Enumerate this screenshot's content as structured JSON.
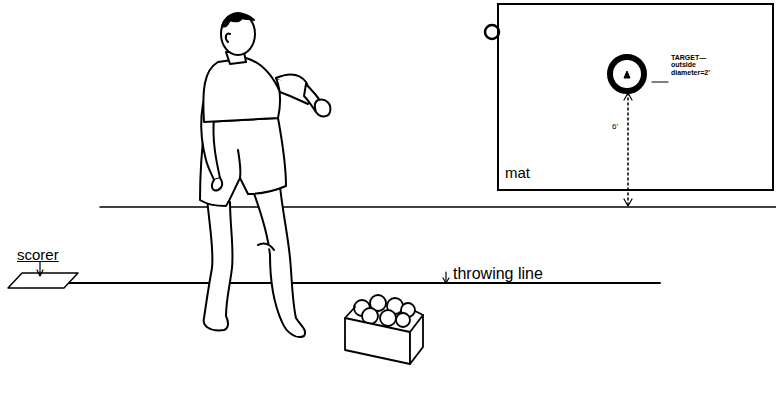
{
  "diagram": {
    "nodes": [
      {
        "text": [
          "mat"
        ]
      },
      {
        "text": [
          "TARGET— outside diameter=2'"
        ],
        "in": 0
      }
    ],
    "labels": [
      "scorer",
      "throwing line",
      "6'"
    ]
  }
}
